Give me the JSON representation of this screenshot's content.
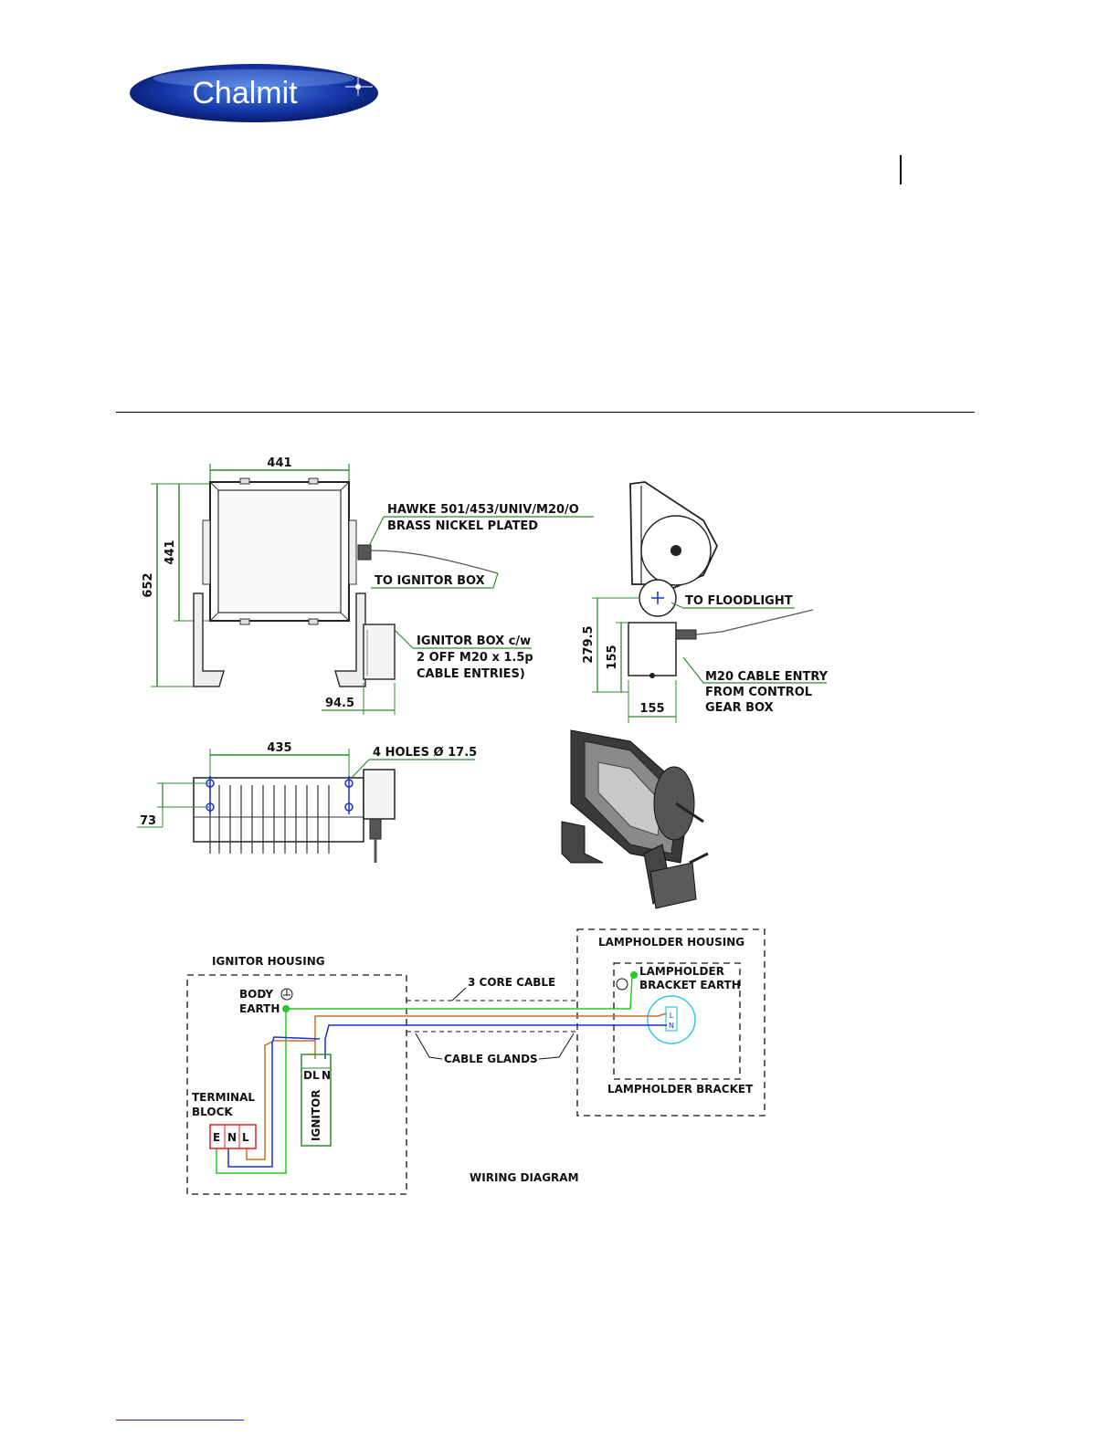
{
  "logo": {
    "text": "Chalmit"
  },
  "front_view": {
    "width": "441",
    "height": "441",
    "overall_height": "652",
    "ignitor_offset": "94.5"
  },
  "gland_label": {
    "line1": "HAWKE 501/453/UNIV/M20/O",
    "line2": "BRASS NICKEL PLATED"
  },
  "to_ignitor": "TO IGNITOR BOX",
  "ignitor_box": {
    "line1": "IGNITOR BOX c/w",
    "line2": "2 OFF M20 x 1.5p",
    "line3": "CABLE ENTRIES)"
  },
  "side_view": {
    "dim_height": "279.5",
    "dim_box_h": "155",
    "dim_box_w": "155",
    "to_floodlight": "TO FLOODLIGHT",
    "cable_entry": {
      "line1": "M20 CABLE ENTRY",
      "line2": "FROM CONTROL",
      "line3": "GEAR BOX"
    }
  },
  "top_view": {
    "width": "435",
    "holes": "4 HOLES Ø 17.5",
    "depth": "73"
  },
  "wiring": {
    "ignitor_housing": "IGNITOR HOUSING",
    "body_earth": {
      "line1": "BODY",
      "line2": "EARTH"
    },
    "core_cable": "3 CORE CABLE",
    "cable_glands": "CABLE GLANDS",
    "terminal_block": {
      "line1": "TERMINAL",
      "line2": "BLOCK",
      "e": "E",
      "n": "N",
      "l": "L"
    },
    "ignitor": {
      "label": "IGNITOR",
      "d": "D",
      "l": "L",
      "n": "N"
    },
    "lampholder_housing": "LAMPHOLDER HOUSING",
    "lampholder_earth": {
      "line1": "LAMPHOLDER",
      "line2": "BRACKET EARTH"
    },
    "lampholder_bracket": "LAMPHOLDER BRACKET",
    "lamp_l": "L",
    "lamp_n": "N",
    "title": "WIRING DIAGRAM"
  },
  "colors": {
    "dimension": "#2e8b2e",
    "earth": "#22cc22",
    "live": "#c8702a",
    "neutral": "#1b2fd6",
    "lamp": "#33c8e6",
    "terminal": "#e02020",
    "ignitor": "#2e8b2e"
  }
}
